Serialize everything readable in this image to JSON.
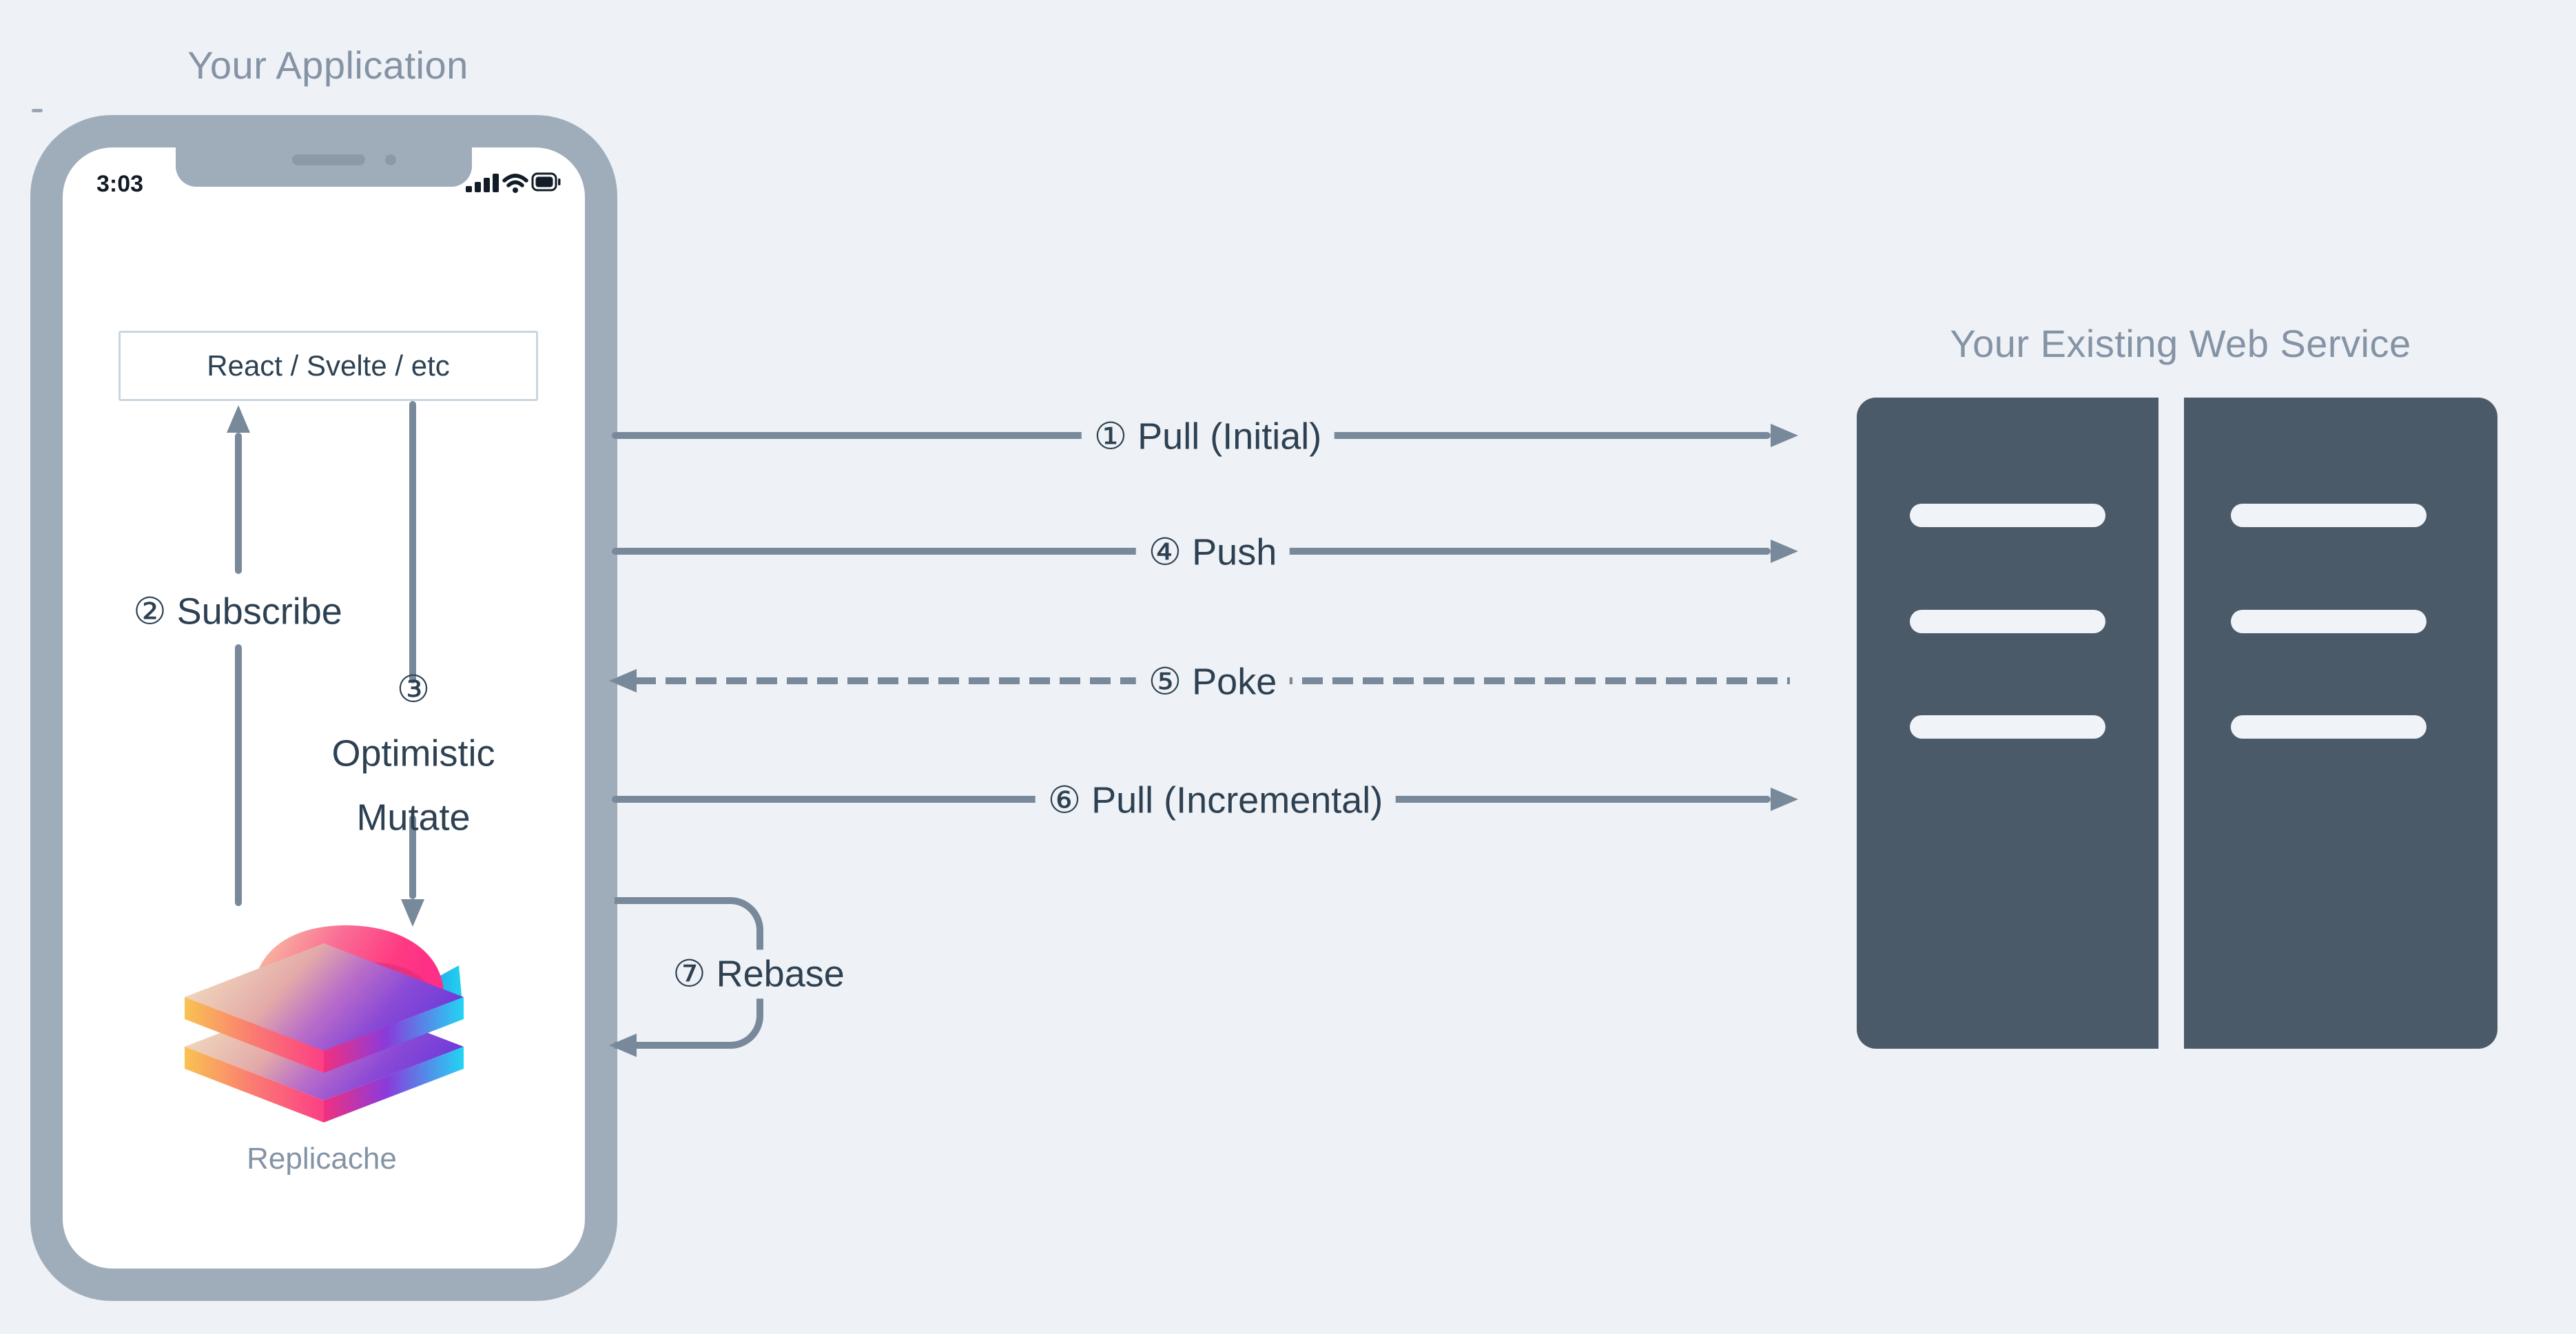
{
  "theme": {
    "bg": "#eef1f5",
    "bezel": "#9fadbb",
    "screen": "#ffffff",
    "line": "#78899b",
    "ink": "#2d4152",
    "muted": "#8493a5",
    "server": "#4b5a69",
    "slot": "#f0f3f7",
    "boxborder": "#c9d5e0",
    "status": "#111c27"
  },
  "app": {
    "title": "Your Application",
    "phone": {
      "time": "3:03",
      "status_icons": [
        "signal-icon",
        "wifi-icon",
        "battery-icon"
      ]
    },
    "framework_box": "React / Svelte / etc",
    "subscribe_label": "② Subscribe",
    "optimistic_label": "③ Optimistic\nMutate",
    "logo_label": "Replicache"
  },
  "flows": [
    {
      "id": 1,
      "label": "① Pull (Initial)",
      "direction": "app-to-service",
      "style": "solid"
    },
    {
      "id": 4,
      "label": "④ Push",
      "direction": "app-to-service",
      "style": "solid"
    },
    {
      "id": 5,
      "label": "⑤ Poke",
      "direction": "service-to-app",
      "style": "dashed"
    },
    {
      "id": 6,
      "label": "⑥ Pull (Incremental)",
      "direction": "app-to-service",
      "style": "solid"
    },
    {
      "id": 7,
      "label": "⑦ Rebase",
      "direction": "loop-back-to-app",
      "style": "solid"
    }
  ],
  "service": {
    "title": "Your Existing Web Service",
    "rack_count": 2,
    "slots_per_rack": 3
  }
}
